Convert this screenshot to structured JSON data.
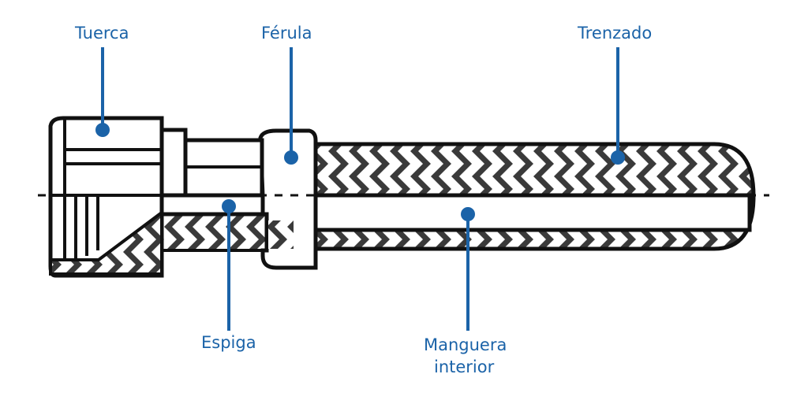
{
  "labels": {
    "tuerca": "Tuerca",
    "ferula": "Férula",
    "trenzado": "Trenzado",
    "espiga": "Espiga",
    "manguera_line1": "Manguera",
    "manguera_line2": "interior"
  },
  "colors": {
    "outline": "#111111",
    "braid_fill": "#3a3a3a",
    "leader": "#1b63a8",
    "background": "#ffffff"
  }
}
